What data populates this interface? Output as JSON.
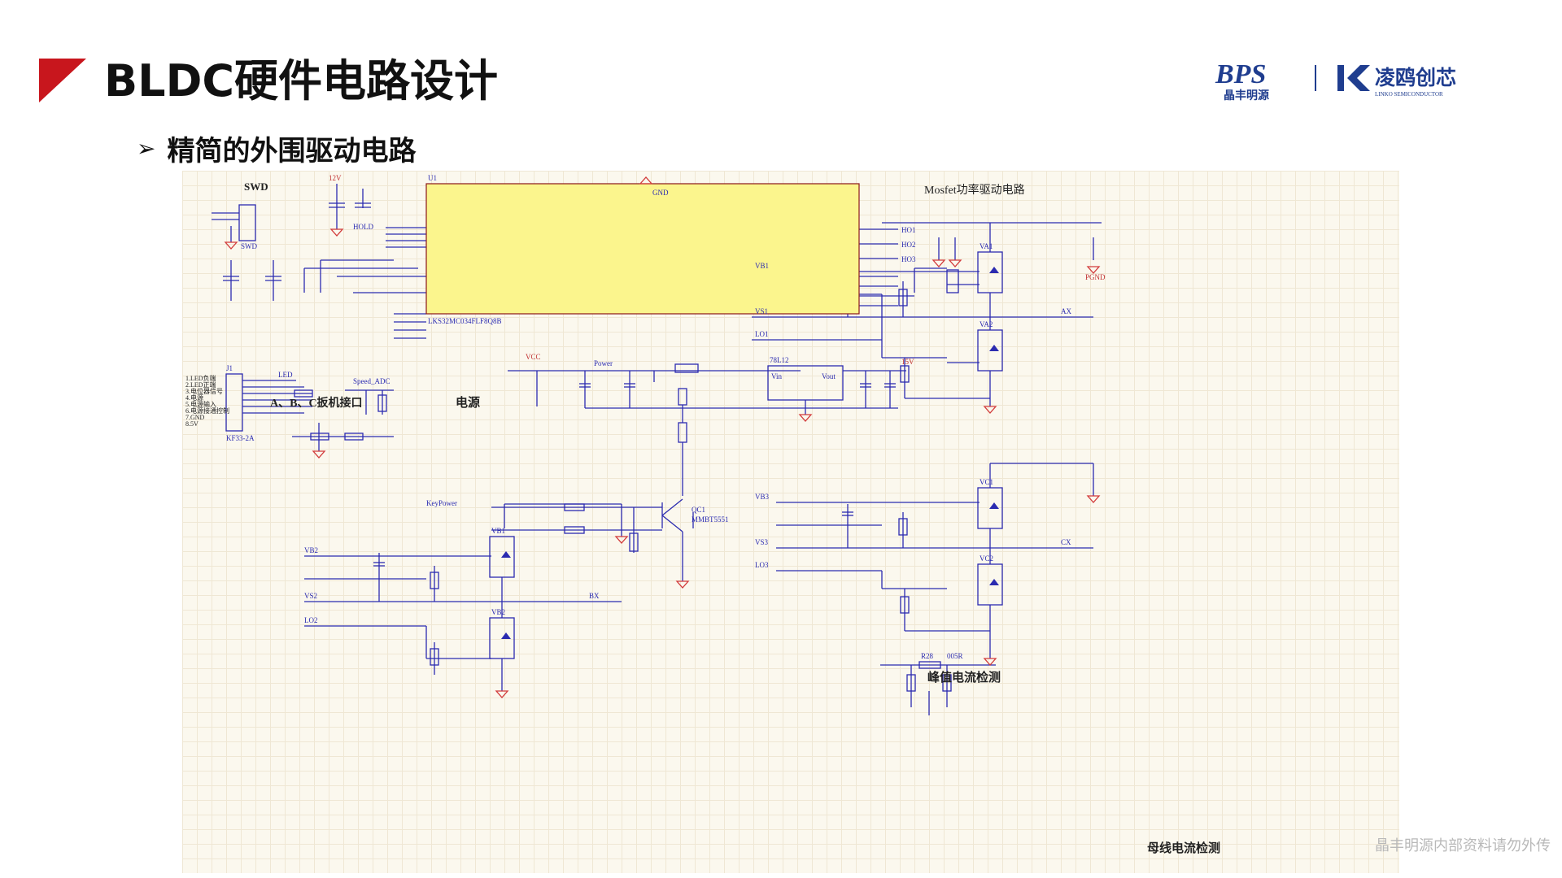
{
  "header": {
    "title": "BLDC硬件电路设计",
    "subtitle": "精简的外围驱动电路",
    "accent_color": "#c8161d"
  },
  "logos": {
    "bps_mark": "BPS",
    "bps_cn": "晶丰明源",
    "partner_cn": "凌鸥创芯",
    "partner_en": "LINKO SEMICONDUCTOR",
    "bps_color": "#1f3d8f"
  },
  "schematic": {
    "section_labels": {
      "swd": "SWD",
      "interface": "A、B、C扳机接口",
      "power": "电源",
      "mosfet": "Mosfet功率驱动电路",
      "peak": "峰值电流检测",
      "bus": "母线电流检测"
    },
    "chip": {
      "ref": "U1",
      "part": "LKS32MC034FLF8Q8B"
    },
    "parts": [
      "SWD",
      "J1",
      "QC1",
      "MMBT5551",
      "78L12",
      "Vin",
      "Vout",
      "KF33-2A",
      "R28",
      "005R"
    ],
    "nets": [
      "VCC",
      "12V",
      "15V",
      "GND",
      "PGND",
      "HOLD",
      "KeyPower",
      "Speed_ADC",
      "HO1",
      "HO2",
      "HO3",
      "LO1",
      "LO2",
      "LO3",
      "AX",
      "BX",
      "CX",
      "VB1",
      "VB2",
      "VB3",
      "VS1",
      "VS2",
      "VS3",
      "LED",
      "Power"
    ],
    "interface_pins": [
      "1.LED负端",
      "2.LED正端",
      "3.电位器信号",
      "4.电源",
      "5.电源输入",
      "6.电源接通控制",
      "7.GND",
      "8.5V"
    ],
    "mosfets": [
      "VA1",
      "VA2",
      "VB1",
      "VB2",
      "VC1",
      "VC2"
    ]
  },
  "footer": {
    "watermark": "晶丰明源内部资料请勿外传"
  }
}
